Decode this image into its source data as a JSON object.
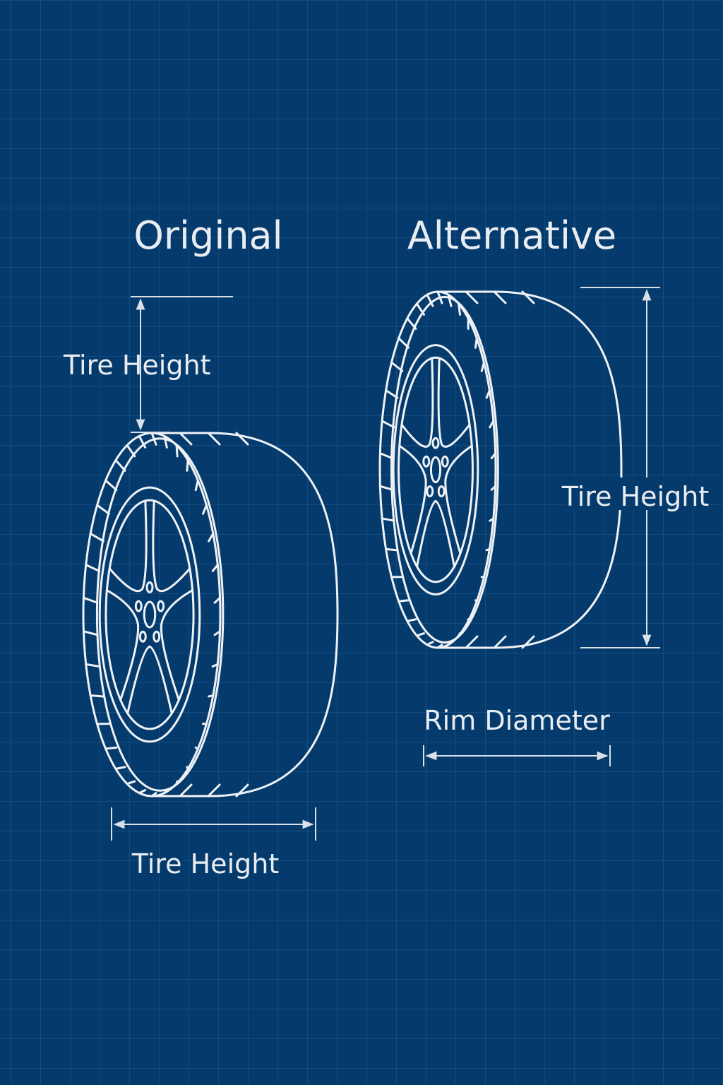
{
  "colors": {
    "background": "#053a6c",
    "grid": "#1a5186",
    "line": "#eef2f6"
  },
  "original": {
    "title": "Original",
    "top_label": "Tire Height",
    "bottom_label": "Tire Height"
  },
  "alternative": {
    "title": "Alternative",
    "side_label": "Tire Height",
    "bottom_label": "Rim Diameter"
  }
}
